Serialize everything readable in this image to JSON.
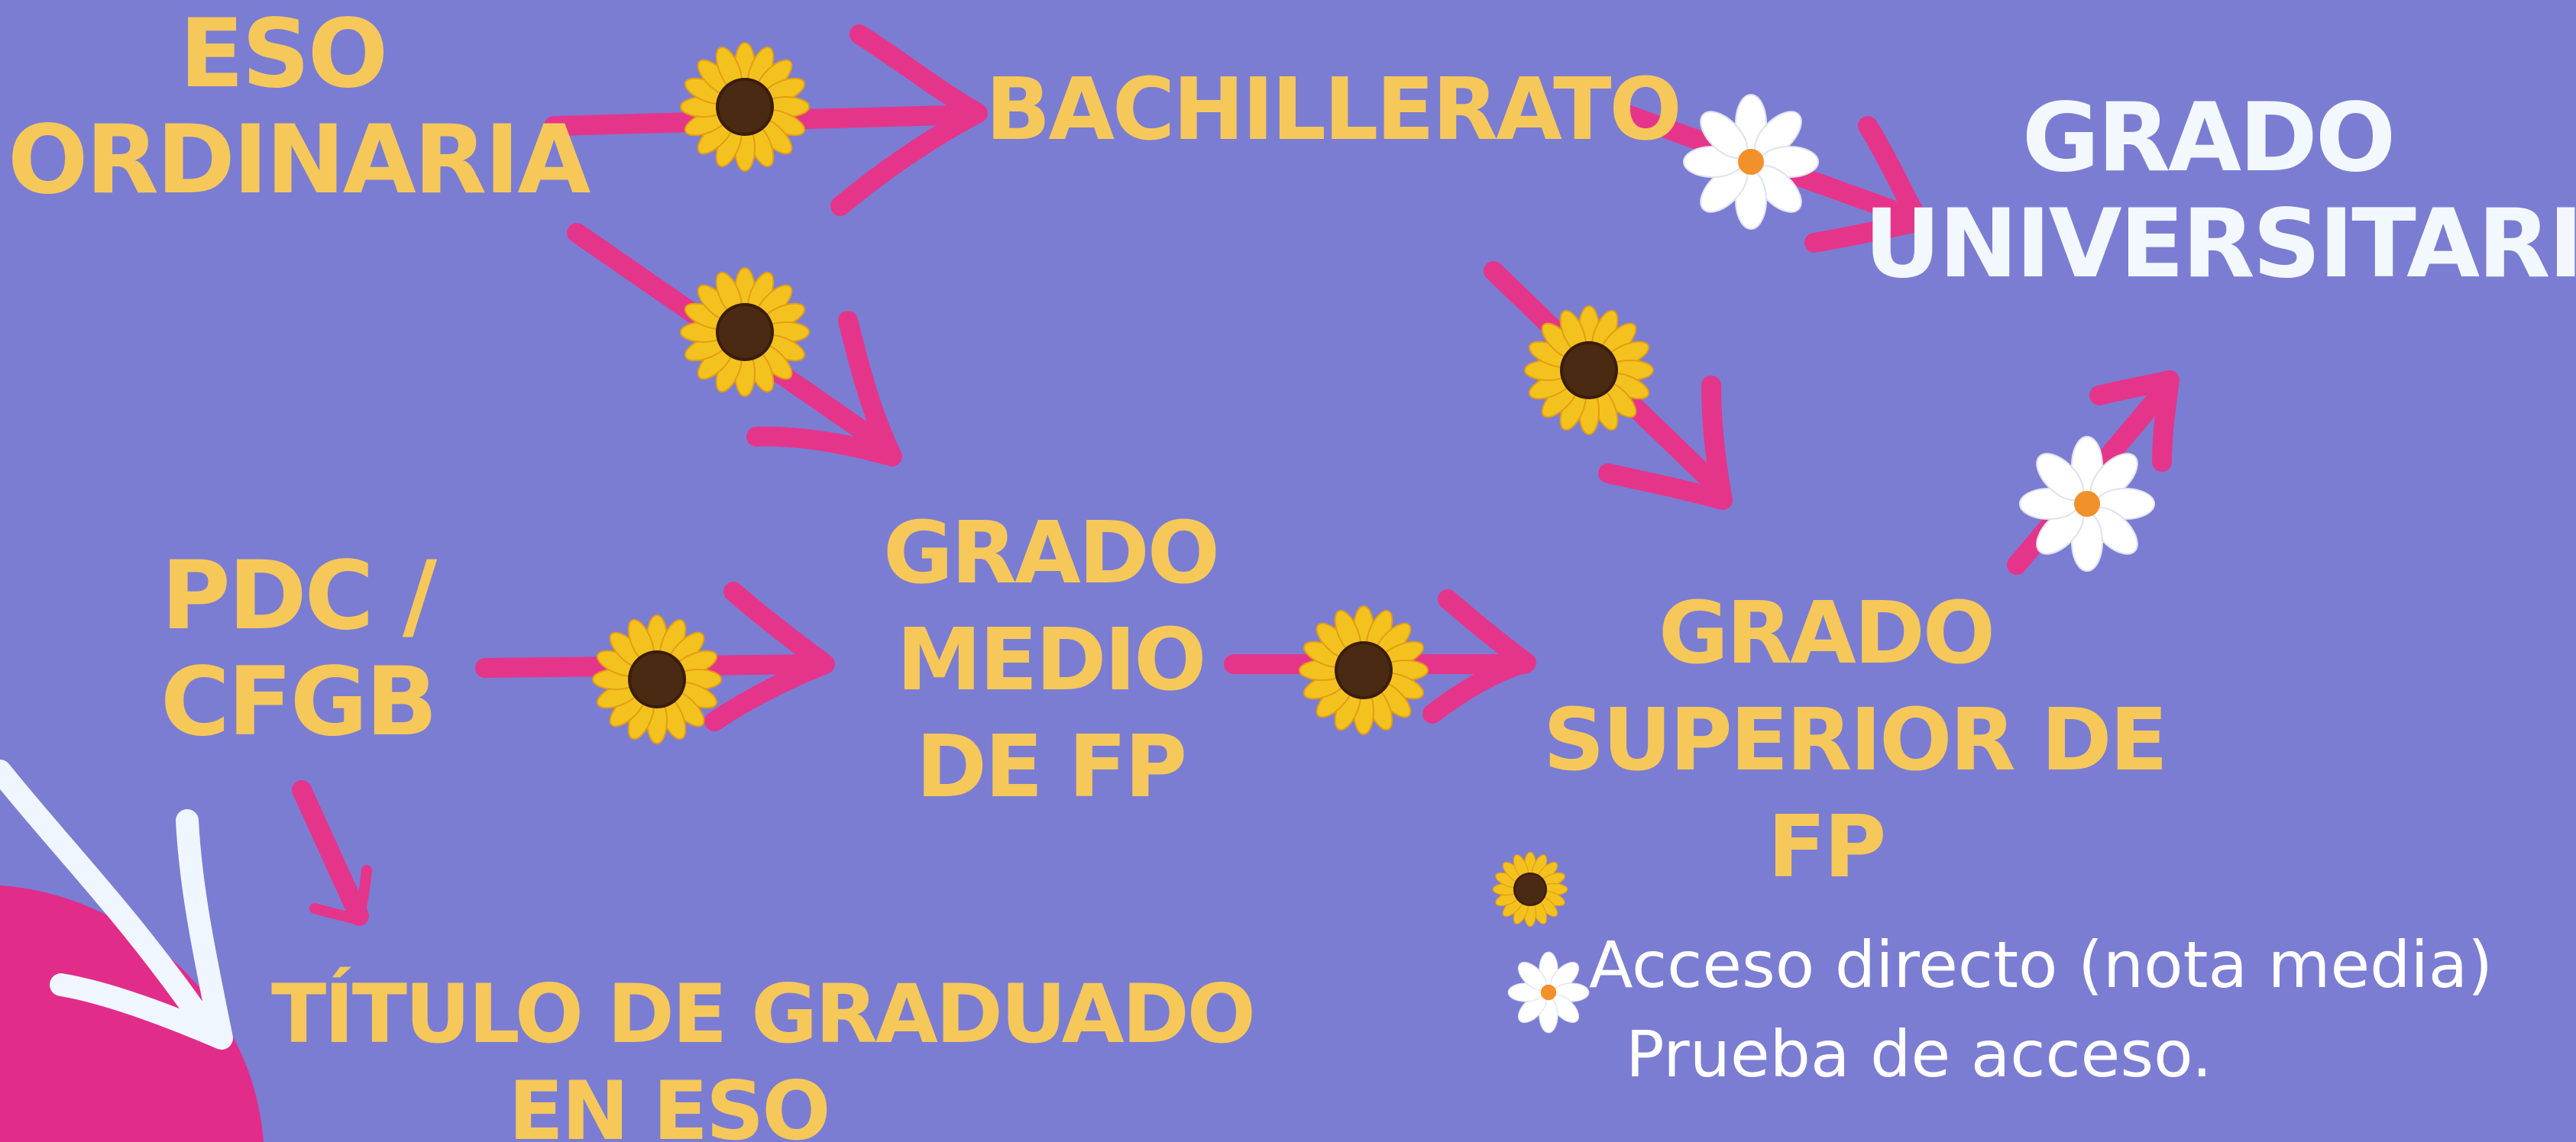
{
  "colors": {
    "background": "#7b7dd3",
    "node_text": "#f6c85a",
    "university_text": "#f3f8ff",
    "arrow": "#e5358a",
    "big_arrow": "#f0f6ff",
    "corner_blob": "#e22c8a"
  },
  "nodes": {
    "eso_ordinaria": [
      "ESO",
      "ORDINARIA"
    ],
    "bachillerato": [
      "BACHILLERATO"
    ],
    "grado_universitario": [
      "GRADO",
      "UNIVERSITARIO"
    ],
    "pdc_cfgb": [
      "PDC /",
      "CFGB"
    ],
    "grado_medio": [
      "GRADO",
      "MEDIO",
      "DE FP"
    ],
    "grado_superior": [
      "GRADO",
      "SUPERIOR DE",
      "FP"
    ],
    "titulo_graduado": [
      "TÍTULO DE GRADUADO",
      "EN ESO"
    ]
  },
  "legend": {
    "sunflower_icon": "sunflower-icon",
    "daisy_icon": "daisy-icon",
    "sunflower_label": "Acceso directo (nota media)",
    "daisy_label": "Prueba de acceso."
  }
}
